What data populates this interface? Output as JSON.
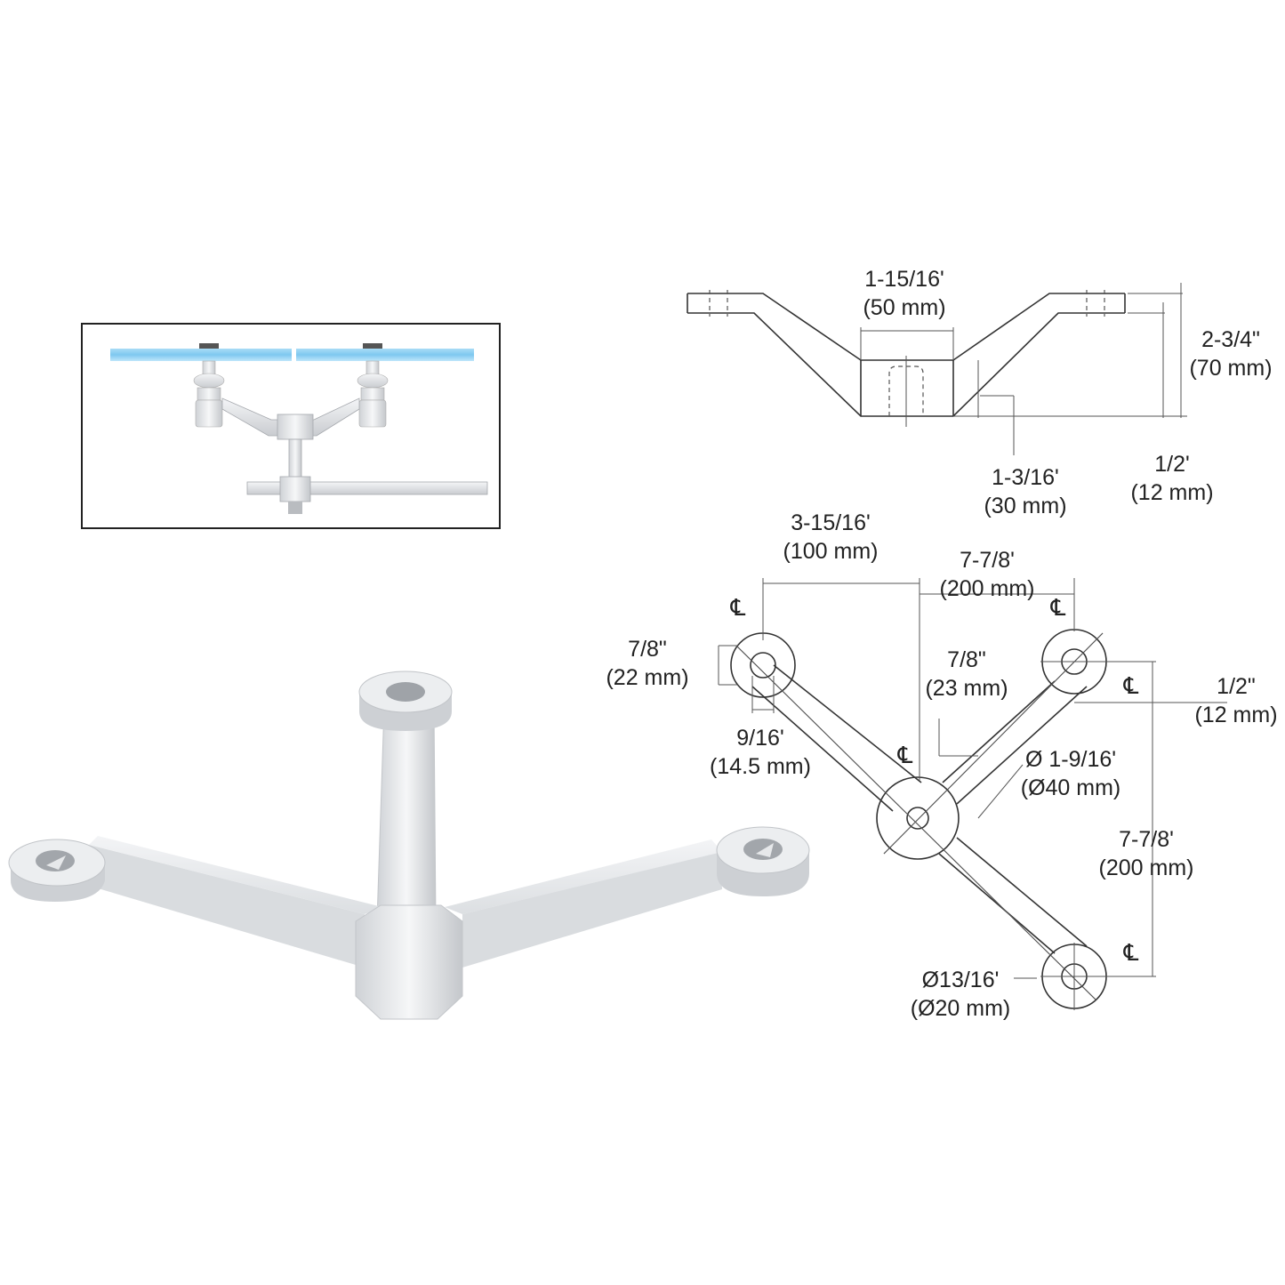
{
  "colors": {
    "glass": "#7ec8f0",
    "metal_light": "#eef0f2",
    "metal_mid": "#d4d7db",
    "metal_dark": "#a9adb2",
    "line": "#333333"
  },
  "side_view": {
    "width_top": {
      "imperial": "1-15/16'",
      "metric": "(50 mm)"
    },
    "height": {
      "imperial": "2-3/4\"",
      "metric": "(70 mm)"
    },
    "hub_height": {
      "imperial": "1-3/16'",
      "metric": "(30 mm)"
    },
    "arm_thickness": {
      "imperial": "1/2'",
      "metric": "(12 mm)"
    }
  },
  "plan_view": {
    "center_offset": {
      "imperial": "3-15/16'",
      "metric": "(100 mm)"
    },
    "hole_spacing_top": {
      "imperial": "7-7/8'",
      "metric": "(200 mm)"
    },
    "pad_diameter_left": {
      "imperial": "7/8\"",
      "metric": "(22 mm)"
    },
    "hole_size": {
      "imperial": "9/16'",
      "metric": "(14.5 mm)"
    },
    "arm_width": {
      "imperial": "7/8\"",
      "metric": "(23 mm)"
    },
    "right_offset": {
      "imperial": "1/2\"",
      "metric": "(12 mm)"
    },
    "hub_diameter": {
      "imperial": "Ø 1-9/16'",
      "metric": "(Ø40 mm)"
    },
    "hole_spacing_vertical": {
      "imperial": "7-7/8'",
      "metric": "(200 mm)"
    },
    "pad_diameter": {
      "imperial": "Ø13/16'",
      "metric": "(Ø20 mm)"
    },
    "centerline_symbol": "℄"
  }
}
